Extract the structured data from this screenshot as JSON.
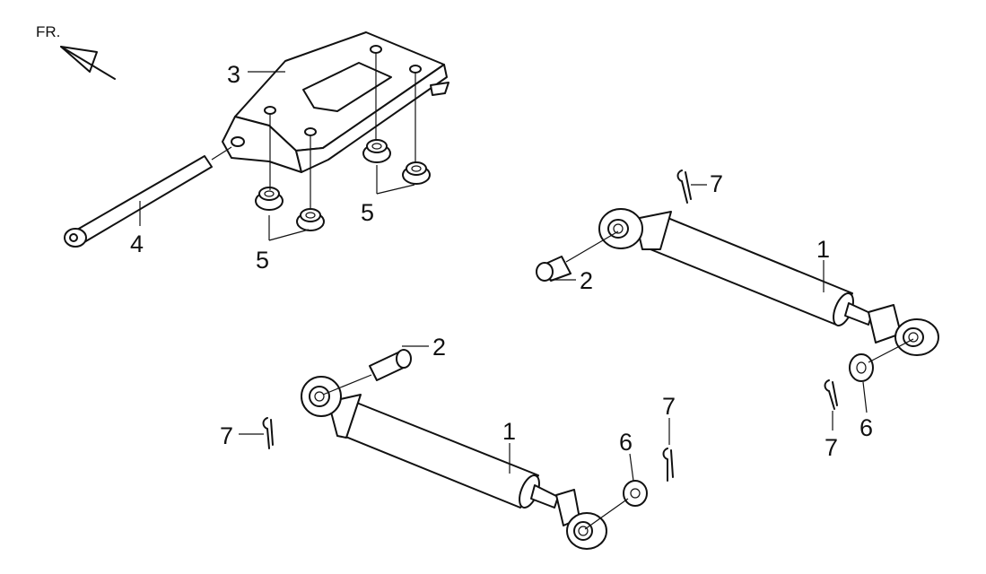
{
  "orientation": {
    "text": "FR."
  },
  "callouts": {
    "c1a": "1",
    "c1b": "1",
    "c2a": "2",
    "c2b": "2",
    "c3": "3",
    "c4": "4",
    "c5a": "5",
    "c5b": "5",
    "c6a": "6",
    "c6b": "6",
    "c7a": "7",
    "c7b": "7",
    "c7c": "7",
    "c7d": "7"
  }
}
